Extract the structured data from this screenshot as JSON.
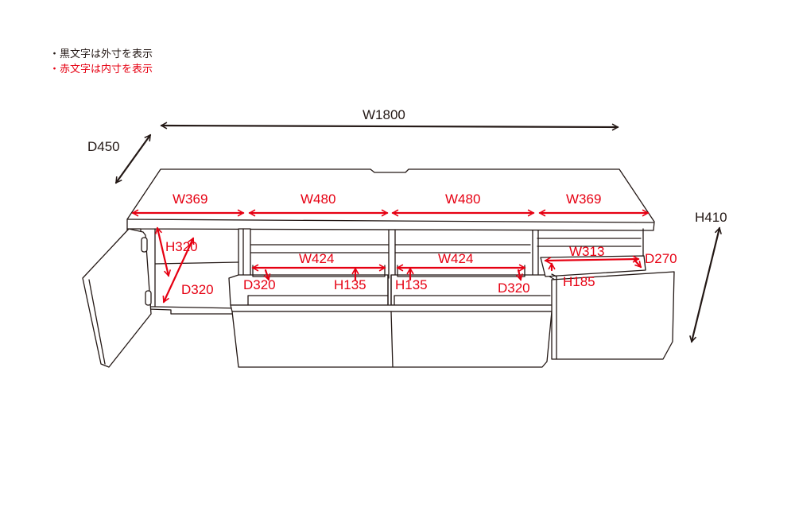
{
  "legend": {
    "black_note": "・黒文字は外寸を表示",
    "red_note": "・赤文字は内寸を表示"
  },
  "colors": {
    "outer_dimension": "#231815",
    "inner_dimension": "#e60012"
  },
  "outer_dimensions": {
    "width": "W1800",
    "depth": "D450",
    "height": "H410"
  },
  "inner_dimensions": {
    "left_compartment_width": "W369",
    "center_left_compartment_width": "W480",
    "center_right_compartment_width": "W480",
    "right_compartment_width": "W369",
    "left_door_height": "H320",
    "left_door_depth": "D320",
    "drawer_left_width": "W424",
    "drawer_left_depth": "D320",
    "drawer_left_height": "H135",
    "drawer_right_width": "W424",
    "drawer_right_height": "H135",
    "drawer_right_depth": "D320",
    "right_drawer_width": "W313",
    "right_drawer_depth": "D270",
    "right_drawer_height": "H185"
  }
}
